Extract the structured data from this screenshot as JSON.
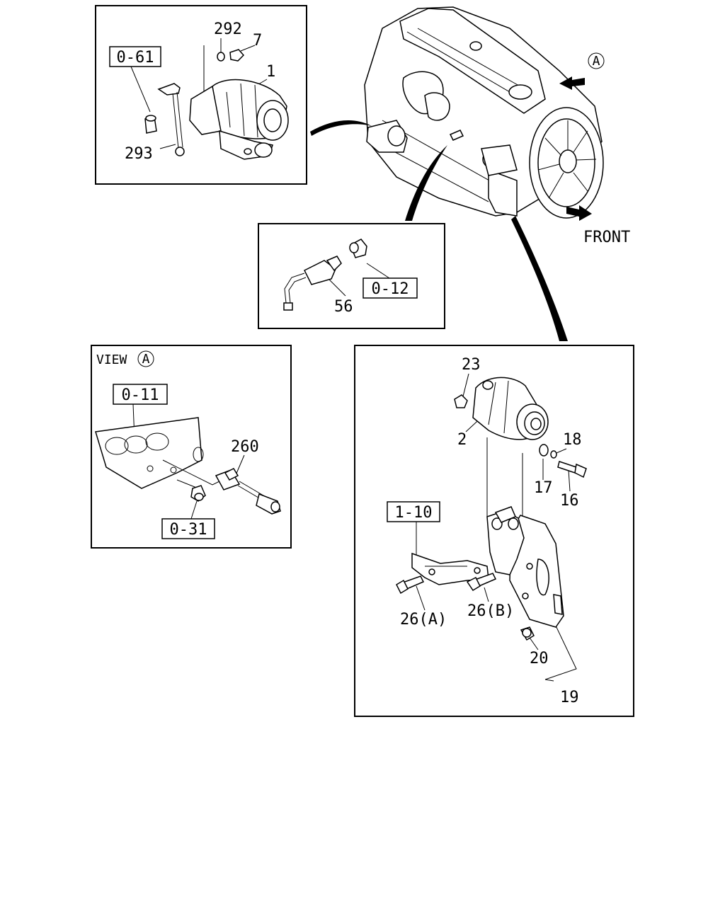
{
  "panels": {
    "starter": {
      "ref_box": "0-61",
      "labels": {
        "p292": "292",
        "p7": "7",
        "p1": "1",
        "p293": "293"
      }
    },
    "sensor": {
      "ref_box": "0-12",
      "labels": {
        "p56": "56"
      }
    },
    "view_a": {
      "title": "VIEW",
      "marker": "A",
      "ref_box_top": "0-11",
      "ref_box_bottom": "0-31",
      "labels": {
        "p260": "260"
      }
    },
    "alternator": {
      "ref_box": "1-10",
      "labels": {
        "p23": "23",
        "p2": "2",
        "p18": "18",
        "p17": "17",
        "p16": "16",
        "p26a": "26(A)",
        "p26b": "26(B)",
        "p20": "20",
        "p19": "19"
      }
    }
  },
  "engine": {
    "view_marker": "A",
    "front_label": "FRONT"
  }
}
